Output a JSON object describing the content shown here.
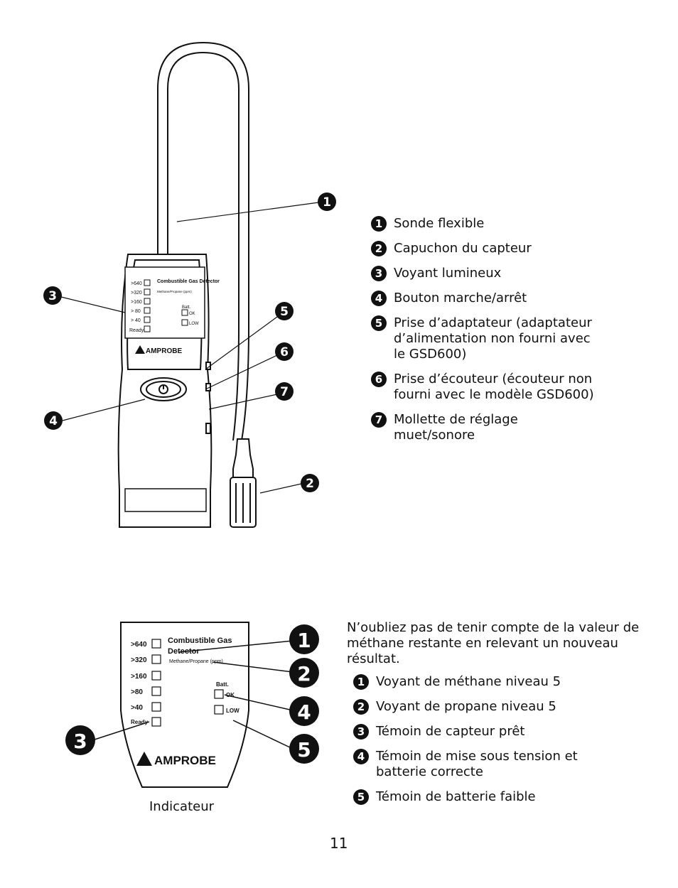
{
  "top_figure": {
    "display_labels": [
      ">640",
      ">320",
      ">160",
      "> 80",
      "> 40",
      "Ready"
    ],
    "title": "Combustible Gas Detector",
    "subtitle": "Methane/Propane (ppm)",
    "batt_label": "Batt.",
    "ok_label": "OK",
    "low_label": "LOW",
    "brand": "AMPROBE",
    "callouts": [
      "1",
      "2",
      "3",
      "4",
      "5",
      "6",
      "7"
    ]
  },
  "legend_top": [
    {
      "num": "1",
      "text": "Sonde flexible"
    },
    {
      "num": "2",
      "text": "Capuchon du capteur"
    },
    {
      "num": "3",
      "text": "Voyant lumineux"
    },
    {
      "num": "4",
      "text": "Bouton marche/arrêt"
    },
    {
      "num": "5",
      "text": "Prise d’adaptateur (adaptateur d’alimentation non fourni avec le GSD600)"
    },
    {
      "num": "6",
      "text": "Prise d’écouteur (écouteur non fourni avec le modèle GSD600)"
    },
    {
      "num": "7",
      "text": "Mollette de réglage muet/sonore"
    }
  ],
  "bottom_figure": {
    "display_labels": [
      ">640",
      ">320",
      ">160",
      ">80",
      ">40",
      "Ready"
    ],
    "title_line1": "Combustible Gas",
    "title_line2": "Detector",
    "subtitle": "Methane/Propane (ppm)",
    "batt_label": "Batt.",
    "ok_label": "OK",
    "low_label": "LOW",
    "brand": "AMPROBE",
    "callouts": [
      "1",
      "2",
      "3",
      "4",
      "5"
    ],
    "caption": "Indicateur"
  },
  "note": "N’oubliez pas de tenir compte de la valeur de méthane restante en relevant un nouveau résultat.",
  "legend_bottom": [
    {
      "num": "1",
      "text": "Voyant de méthane niveau 5"
    },
    {
      "num": "2",
      "text": "Voyant de propane niveau 5"
    },
    {
      "num": "3",
      "text": "Témoin de capteur prêt"
    },
    {
      "num": "4",
      "text": "Témoin de mise sous tension et batterie correcte"
    },
    {
      "num": "5",
      "text": "Témoin de batterie faible"
    }
  ],
  "page_number": "11"
}
